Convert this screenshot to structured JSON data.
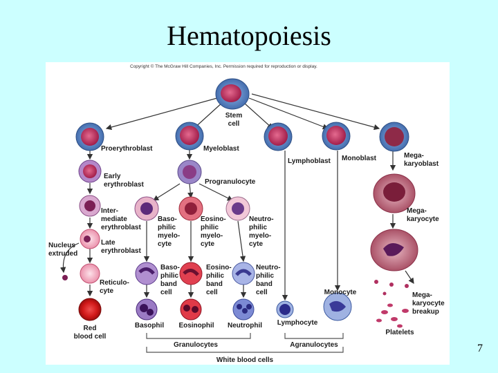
{
  "title": "Hematopoiesis",
  "page_number": "7",
  "copyright": "Copyright © The McGraw Hill Companies, Inc. Permission required for reproduction or display.",
  "labels": {
    "stem_cell": [
      "Stem",
      "cell"
    ],
    "proerythroblast": [
      "Proerythroblast"
    ],
    "myeloblast": [
      "Myeloblast"
    ],
    "lymphoblast": [
      "Lymphoblast"
    ],
    "monoblast": [
      "Monoblast"
    ],
    "megakaryoblast": [
      "Mega-",
      "karyoblast"
    ],
    "early_erythroblast": [
      "Early",
      "erythroblast"
    ],
    "progranulocyte": [
      "Progranulocyte"
    ],
    "intermediate_erythroblast": [
      "Inter-",
      "mediate",
      "erythroblast"
    ],
    "basophilic_myelocyte": [
      "Baso-",
      "philic",
      "myelo-",
      "cyte"
    ],
    "eosinophilic_myelocyte": [
      "Eosino-",
      "philic",
      "myelo-",
      "cyte"
    ],
    "neutrophilic_myelocyte": [
      "Neutro-",
      "philic",
      "myelo-",
      "cyte"
    ],
    "megakaryocyte": [
      "Mega-",
      "karyocyte"
    ],
    "nucleus_extruded": [
      "Nucleus",
      "extruded"
    ],
    "late_erythroblast": [
      "Late",
      "erythroblast"
    ],
    "reticulocyte": [
      "Reticulo-",
      "cyte"
    ],
    "basophilic_band": [
      "Baso-",
      "philic",
      "band",
      "cell"
    ],
    "eosinophilic_band": [
      "Eosino-",
      "philic",
      "band",
      "cell"
    ],
    "neutrophilic_band": [
      "Neutro-",
      "philic",
      "band",
      "cell"
    ],
    "monocyte": [
      "Monocyte"
    ],
    "megakaryocyte_breakup": [
      "Mega-",
      "karyocyte",
      "breakup"
    ],
    "red_blood_cell": [
      "Red",
      "blood cell"
    ],
    "basophil": [
      "Basophil"
    ],
    "eosinophil": [
      "Eosinophil"
    ],
    "neutrophil": [
      "Neutrophil"
    ],
    "lymphocyte": [
      "Lymphocyte"
    ],
    "platelets": [
      "Platelets"
    ],
    "granulocytes": [
      "Granulocytes"
    ],
    "agranulocytes": [
      "Agranulocytes"
    ],
    "white_blood_cells": [
      "White blood cells"
    ]
  },
  "colors": {
    "slide_bg": "#ccffff",
    "stem_outer": "#5b86c6",
    "blast_outer": "#4f7fc4",
    "nucleus": "#c4265a",
    "erythro": "#c2185b",
    "rbc": "#d32020",
    "neutro": "#5b62b8",
    "mega": "#b5475f"
  }
}
